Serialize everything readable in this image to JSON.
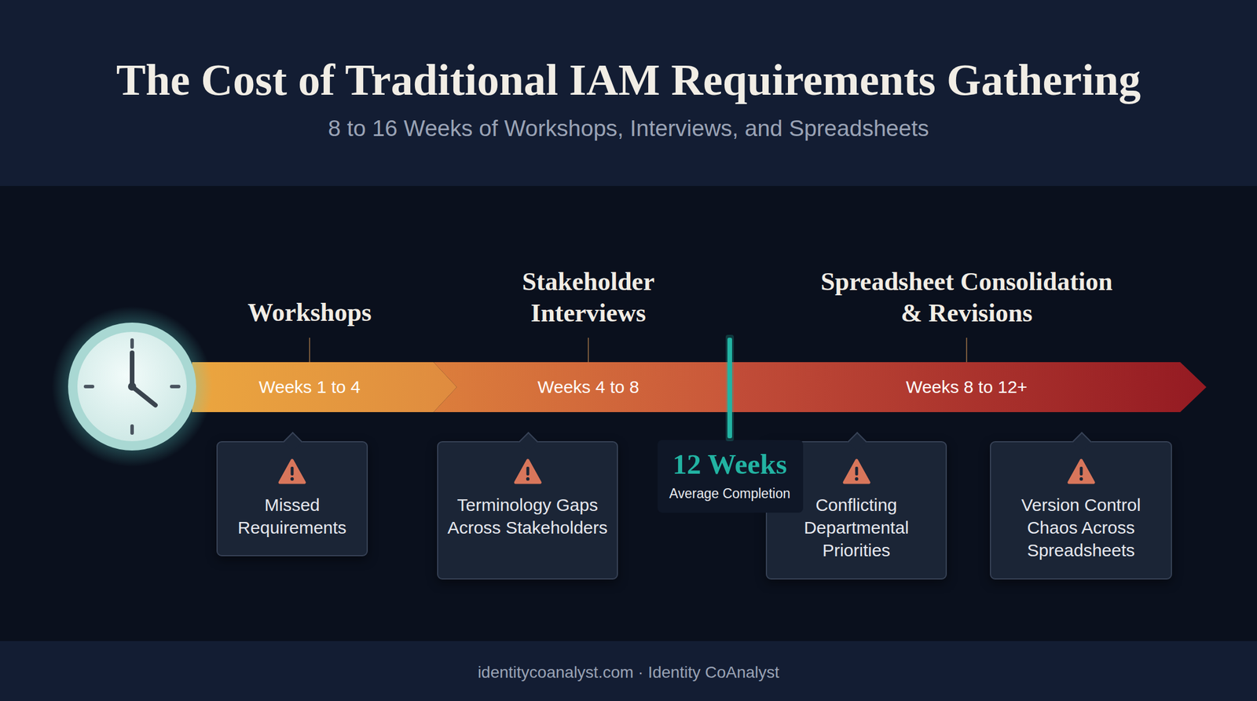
{
  "diagram": {
    "title": "The Cost of Traditional IAM Requirements Gathering",
    "caption": "identitycoanalyst.com · Identity CoAnalyst",
    "nodes": [
      {
        "text": [
          "Workshops",
          "Weeks 1 to 4"
        ]
      },
      {
        "text": [
          "Stakeholder Interviews",
          "Weeks 4 to 8"
        ]
      },
      {
        "text": [
          "Spreadsheet Consolidation & Revisions",
          "Weeks 8 to 12+"
        ]
      },
      {
        "text": [
          "Missed Requirements"
        ]
      },
      {
        "text": [
          "Terminology Gaps Across Stakeholders"
        ]
      },
      {
        "text": [
          "Conflicting Departmental Priorities"
        ]
      },
      {
        "text": [
          "Version Control Chaos Across Spreadsheets"
        ]
      }
    ],
    "labels": [
      "8 to 16 Weeks of Workshops, Interviews, and Spreadsheets",
      "12 Weeks",
      "Average Completion"
    ]
  }
}
